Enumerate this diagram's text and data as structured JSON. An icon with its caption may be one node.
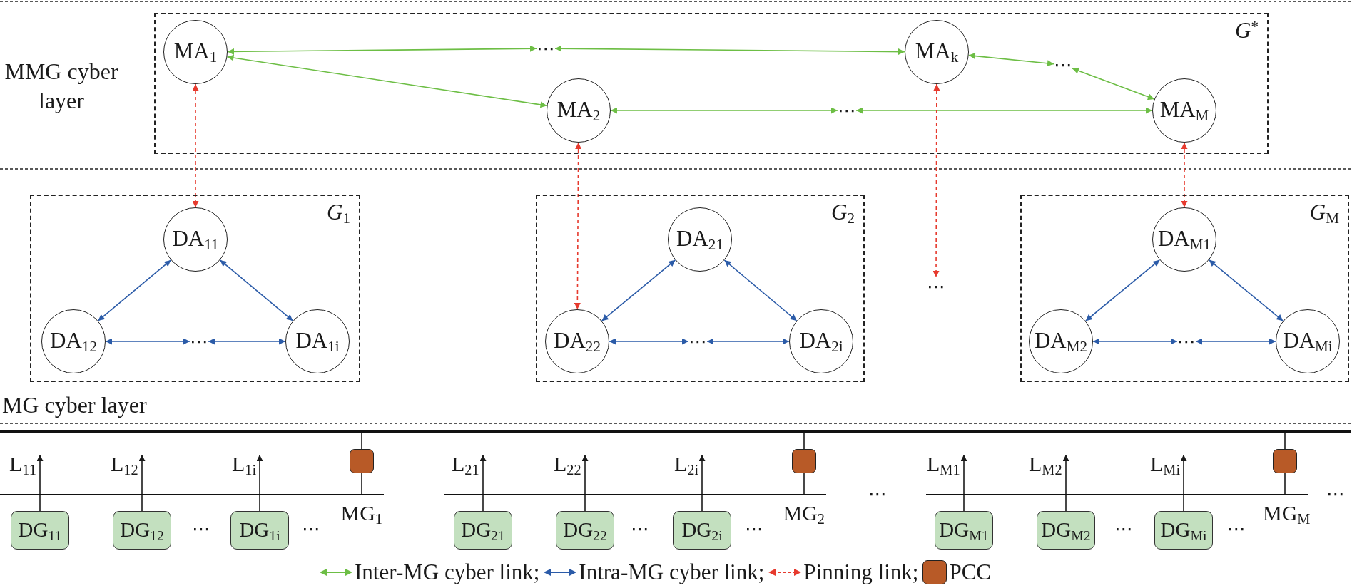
{
  "diagram": {
    "nodes": [
      {
        "text": [
          "*G*$^{*}$"
        ]
      },
      {
        "text": [
          "MA$_{1}$"
        ],
        "in": 0
      },
      {
        "text": [
          "⋯"
        ],
        "in": 0
      },
      {
        "text": [
          "MA$_{k}$"
        ],
        "in": 0
      },
      {
        "text": [
          "⋯"
        ],
        "in": 0
      },
      {
        "text": [
          "MA$_{2}$"
        ],
        "in": 0
      },
      {
        "text": [
          "⋯"
        ],
        "in": 0
      },
      {
        "text": [
          "MA$_{M}$"
        ],
        "in": 0
      },
      {
        "text": [
          "*G*$_{1}$"
        ]
      },
      {
        "text": [
          "DA$_{11}$"
        ],
        "in": 8
      },
      {
        "text": [
          "DA$_{12}$"
        ],
        "in": 8
      },
      {
        "text": [
          "⋯"
        ],
        "in": 8
      },
      {
        "text": [
          "DA$_{1i}$"
        ],
        "in": 8
      },
      {
        "text": [
          "*G*$_{2}$"
        ]
      },
      {
        "text": [
          "DA$_{21}$"
        ],
        "in": 13
      },
      {
        "text": [
          "DA$_{22}$"
        ],
        "in": 13
      },
      {
        "text": [
          "⋯"
        ],
        "in": 13
      },
      {
        "text": [
          "DA$_{2i}$"
        ],
        "in": 13
      },
      {
        "text": [
          "⋯"
        ]
      },
      {
        "text": [
          "*G*$_{M}$"
        ]
      },
      {
        "text": [
          "DA$_{M1}$"
        ],
        "in": 19
      },
      {
        "text": [
          "DA$_{M2}$"
        ],
        "in": 19
      },
      {
        "text": [
          "⋯"
        ],
        "in": 19
      },
      {
        "text": [
          "DA$_{Mi}$"
        ],
        "in": 19
      },
      {
        "text": [],
        "shape": "bar"
      },
      {
        "text": [
          "L$_{11}$"
        ]
      },
      {
        "text": [
          "L$_{12}$"
        ]
      },
      {
        "text": [
          "L$_{1i}$"
        ]
      },
      {
        "text": [],
        "shape": "box"
      },
      {
        "text": [
          "L$_{21}$"
        ]
      },
      {
        "text": [
          "L$_{22}$"
        ]
      },
      {
        "text": [
          "L$_{2i}$"
        ]
      },
      {
        "text": [],
        "shape": "box"
      },
      {
        "text": [
          "L$_{M1}$"
        ]
      },
      {
        "text": [
          "L$_{M2}$"
        ]
      },
      {
        "text": [
          "L$_{Mi}$"
        ]
      },
      {
        "text": [],
        "shape": "box"
      },
      {
        "text": [],
        "shape": "bar",
        "beside": [
          "MG$_{1}$"
        ]
      },
      {
        "text": [],
        "shape": "bar",
        "beside": [
          "MG$_{2}$"
        ]
      },
      {
        "text": [],
        "shape": "bar",
        "beside": [
          "MG$_{M}$"
        ]
      },
      {
        "text": [
          "DG$_{11}$"
        ]
      },
      {
        "text": [
          "DG$_{12}$"
        ]
      },
      {
        "text": [
          "DG$_{1i}$"
        ]
      },
      {
        "text": [
          "DG$_{21}$"
        ]
      },
      {
        "text": [
          "DG$_{22}$"
        ]
      },
      {
        "text": [
          "DG$_{2i}$"
        ]
      },
      {
        "text": [
          "DG$_{M1}$"
        ]
      },
      {
        "text": [
          "DG$_{M2}$"
        ]
      },
      {
        "text": [
          "DG$_{Mi}$"
        ]
      }
    ],
    "edges": [
      {
        "from": 1,
        "to": 2,
        "arrow": "both",
        "color": "#6dbe45"
      },
      {
        "from": 2,
        "to": 3,
        "arrow": "both",
        "color": "#6dbe45"
      },
      {
        "from": 3,
        "to": 4,
        "arrow": "both",
        "color": "#6dbe45"
      },
      {
        "from": 4,
        "to": 7,
        "arrow": "both",
        "color": "#6dbe45"
      },
      {
        "from": 1,
        "to": 5,
        "arrow": "both",
        "color": "#6dbe45"
      },
      {
        "from": 5,
        "to": 6,
        "arrow": "both",
        "color": "#6dbe45"
      },
      {
        "from": 6,
        "to": 7,
        "arrow": "both",
        "color": "#6dbe45"
      },
      {
        "from": 1,
        "to": 9,
        "arrow": "both",
        "style": "dashed",
        "color": "#e63a2e"
      },
      {
        "from": 5,
        "to": 15,
        "arrow": "both",
        "style": "dashed",
        "color": "#e63a2e"
      },
      {
        "from": 3,
        "to": 18,
        "arrow": "both",
        "style": "dashed",
        "color": "#e63a2e"
      },
      {
        "from": 7,
        "to": 20,
        "arrow": "both",
        "style": "dashed",
        "color": "#e63a2e"
      },
      {
        "from": 9,
        "to": 10,
        "arrow": "both",
        "color": "#2b5ba8"
      },
      {
        "from": 9,
        "to": 12,
        "arrow": "both",
        "color": "#2b5ba8"
      },
      {
        "from": 10,
        "to": 11,
        "arrow": "both",
        "color": "#2b5ba8"
      },
      {
        "from": 11,
        "to": 12,
        "arrow": "both",
        "color": "#2b5ba8"
      },
      {
        "from": 14,
        "to": 15,
        "arrow": "both",
        "color": "#2b5ba8"
      },
      {
        "from": 14,
        "to": 17,
        "arrow": "both",
        "color": "#2b5ba8"
      },
      {
        "from": 15,
        "to": 16,
        "arrow": "both",
        "color": "#2b5ba8"
      },
      {
        "from": 16,
        "to": 17,
        "arrow": "both",
        "color": "#2b5ba8"
      },
      {
        "from": 20,
        "to": 21,
        "arrow": "both",
        "color": "#2b5ba8"
      },
      {
        "from": 20,
        "to": 23,
        "arrow": "both",
        "color": "#2b5ba8"
      },
      {
        "from": 21,
        "to": 22,
        "arrow": "both",
        "color": "#2b5ba8"
      },
      {
        "from": 22,
        "to": 23,
        "arrow": "both",
        "color": "#2b5ba8"
      },
      {
        "from": 24,
        "to": 28,
        "arrow": "none"
      },
      {
        "from": 24,
        "to": 32,
        "arrow": "none"
      },
      {
        "from": 24,
        "to": 36,
        "arrow": "none"
      },
      {
        "from": 28,
        "to": 37,
        "arrow": "none"
      },
      {
        "from": 32,
        "to": 38,
        "arrow": "none"
      },
      {
        "from": 36,
        "to": 39,
        "arrow": "none"
      },
      {
        "from": 37,
        "to": 25,
        "arrow": "to"
      },
      {
        "from": 37,
        "to": 26,
        "arrow": "to"
      },
      {
        "from": 37,
        "to": 27,
        "arrow": "to"
      },
      {
        "from": 38,
        "to": 29,
        "arrow": "to"
      },
      {
        "from": 38,
        "to": 30,
        "arrow": "to"
      },
      {
        "from": 38,
        "to": 31,
        "arrow": "to"
      },
      {
        "from": 39,
        "to": 33,
        "arrow": "to"
      },
      {
        "from": 39,
        "to": 34,
        "arrow": "to"
      },
      {
        "from": 39,
        "to": 35,
        "arrow": "to"
      },
      {
        "from": 37,
        "to": 40,
        "arrow": "none"
      },
      {
        "from": 37,
        "to": 41,
        "arrow": "none"
      },
      {
        "from": 37,
        "to": 42,
        "arrow": "none"
      },
      {
        "from": 38,
        "to": 43,
        "arrow": "none"
      },
      {
        "from": 38,
        "to": 44,
        "arrow": "none"
      },
      {
        "from": 38,
        "to": 45,
        "arrow": "none"
      },
      {
        "from": 39,
        "to": 46,
        "arrow": "none"
      },
      {
        "from": 39,
        "to": 47,
        "arrow": "none"
      },
      {
        "from": 39,
        "to": 48,
        "arrow": "none"
      }
    ],
    "labels": [
      "MMG cyber layer",
      "MG cyber layer",
      "⋯",
      "⋯",
      "⋯",
      "⋯",
      "⋯",
      "⋯",
      "⋯",
      "⋯"
    ],
    "legend": [
      {
        "text": "Inter-MG cyber link;"
      },
      {
        "text": "Intra-MG cyber link;"
      },
      {
        "text": "Pinning link;"
      },
      {
        "text": "PCC",
        "color": "#b85a27"
      }
    ]
  }
}
